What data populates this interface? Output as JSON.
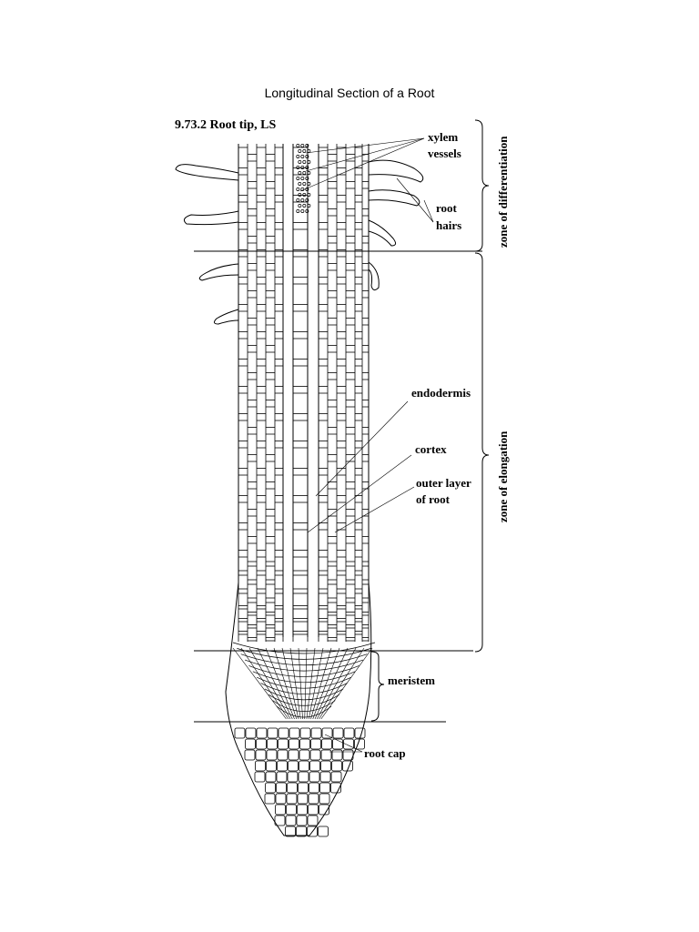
{
  "page_title": "Longitudinal Section of a Root",
  "figure_id": "9.73.2 Root tip, LS",
  "labels": {
    "xylem_line1": "xylem",
    "xylem_line2": "vessels",
    "root_hairs_line1": "root",
    "root_hairs_line2": "hairs",
    "endodermis": "endodermis",
    "cortex": "cortex",
    "outer_layer_line1": "outer layer",
    "outer_layer_line2": "of root",
    "meristem": "meristem",
    "root_cap": "root cap"
  },
  "zones": {
    "differentiation": "zone of differentiation",
    "elongation": "zone of elongation"
  }
}
